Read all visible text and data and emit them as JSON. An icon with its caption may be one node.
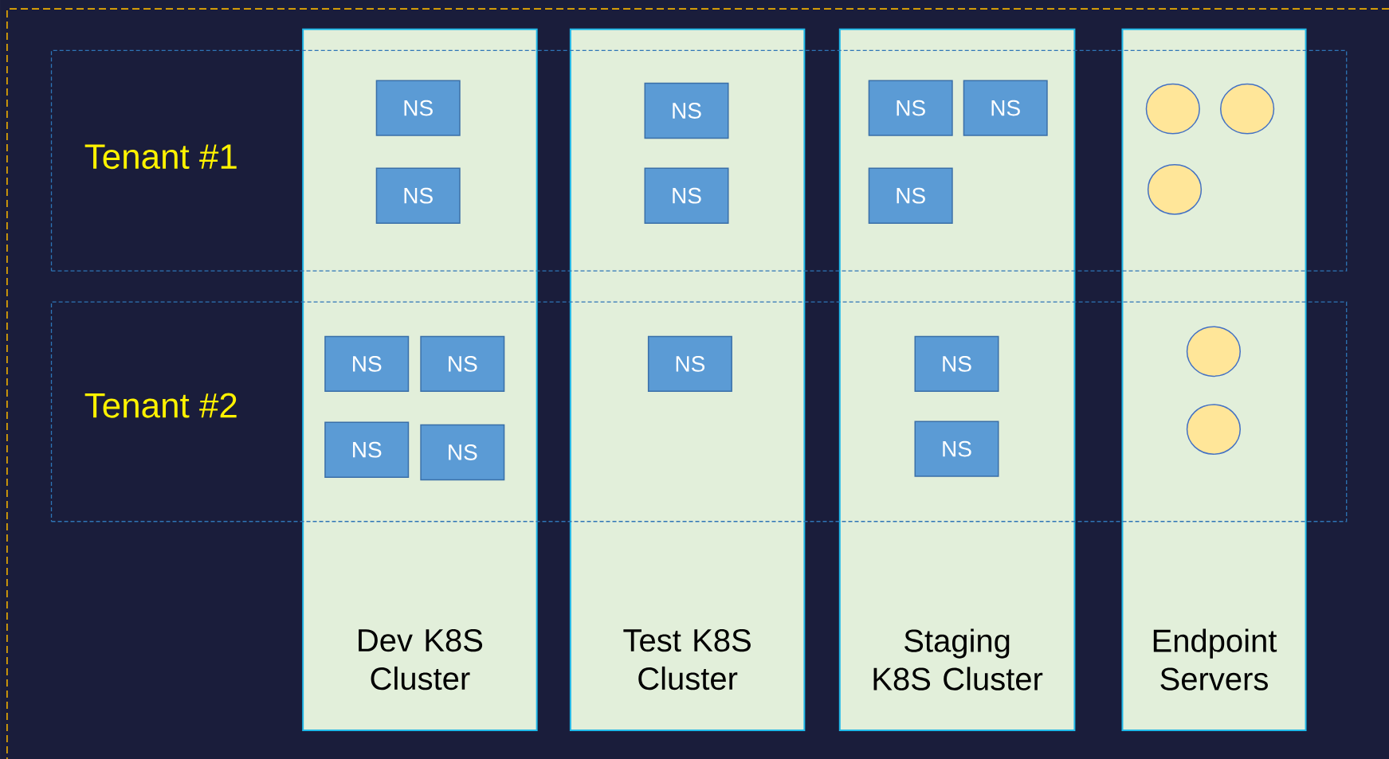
{
  "diagram": {
    "nodes": [
      {
        "text": [
          "Tenant #1"
        ]
      },
      {
        "text": [
          "Tenant #2"
        ]
      },
      {
        "text": [
          "Dev K8S Cluster"
        ]
      },
      {
        "text": [
          "Test K8S Cluster"
        ]
      },
      {
        "text": [
          "Staging K8S Cluster"
        ]
      },
      {
        "text": [
          "Endpoint Servers"
        ]
      },
      {
        "text": [
          "NS"
        ]
      },
      {
        "text": [
          "NS"
        ]
      },
      {
        "text": [
          "NS"
        ]
      },
      {
        "text": [
          "NS"
        ]
      },
      {
        "text": [
          "NS"
        ]
      },
      {
        "text": [
          "NS"
        ]
      },
      {
        "text": [
          "NS"
        ]
      },
      {
        "text": [
          "NS"
        ]
      },
      {
        "text": [
          "NS"
        ]
      },
      {
        "text": [
          "NS"
        ]
      },
      {
        "text": [
          "NS"
        ]
      },
      {
        "text": [
          "NS"
        ]
      },
      {
        "text": [
          "NS"
        ]
      },
      {
        "text": [
          "NS"
        ]
      },
      {
        "text": [],
        "shape": "circle"
      },
      {
        "text": [],
        "shape": "circle"
      },
      {
        "text": [],
        "shape": "circle"
      },
      {
        "text": [],
        "shape": "circle"
      },
      {
        "text": [],
        "shape": "circle"
      }
    ]
  }
}
